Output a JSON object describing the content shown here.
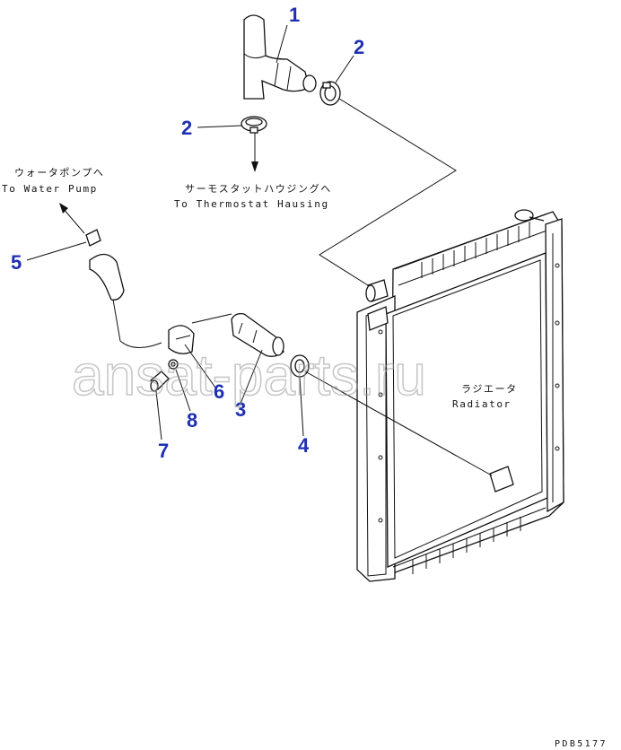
{
  "callouts": {
    "c1": "1",
    "c2a": "2",
    "c2b": "2",
    "c3": "3",
    "c4": "4",
    "c5": "5",
    "c6": "6",
    "c7": "7",
    "c8": "8"
  },
  "labels": {
    "water_pump_jp": "ウォータポンプへ",
    "water_pump_en": "To Water Pump",
    "thermostat_jp": "サーモスタットハウジングへ",
    "thermostat_en": "To Thermostat Hausing",
    "radiator_jp": "ラジエータ",
    "radiator_en": "Radiator"
  },
  "reference_code": "PDB5177",
  "watermark": "ansat-parts.ru",
  "colors": {
    "callout": "#1e2fb4",
    "line": "#111111",
    "watermark": "#9a9a9a"
  }
}
